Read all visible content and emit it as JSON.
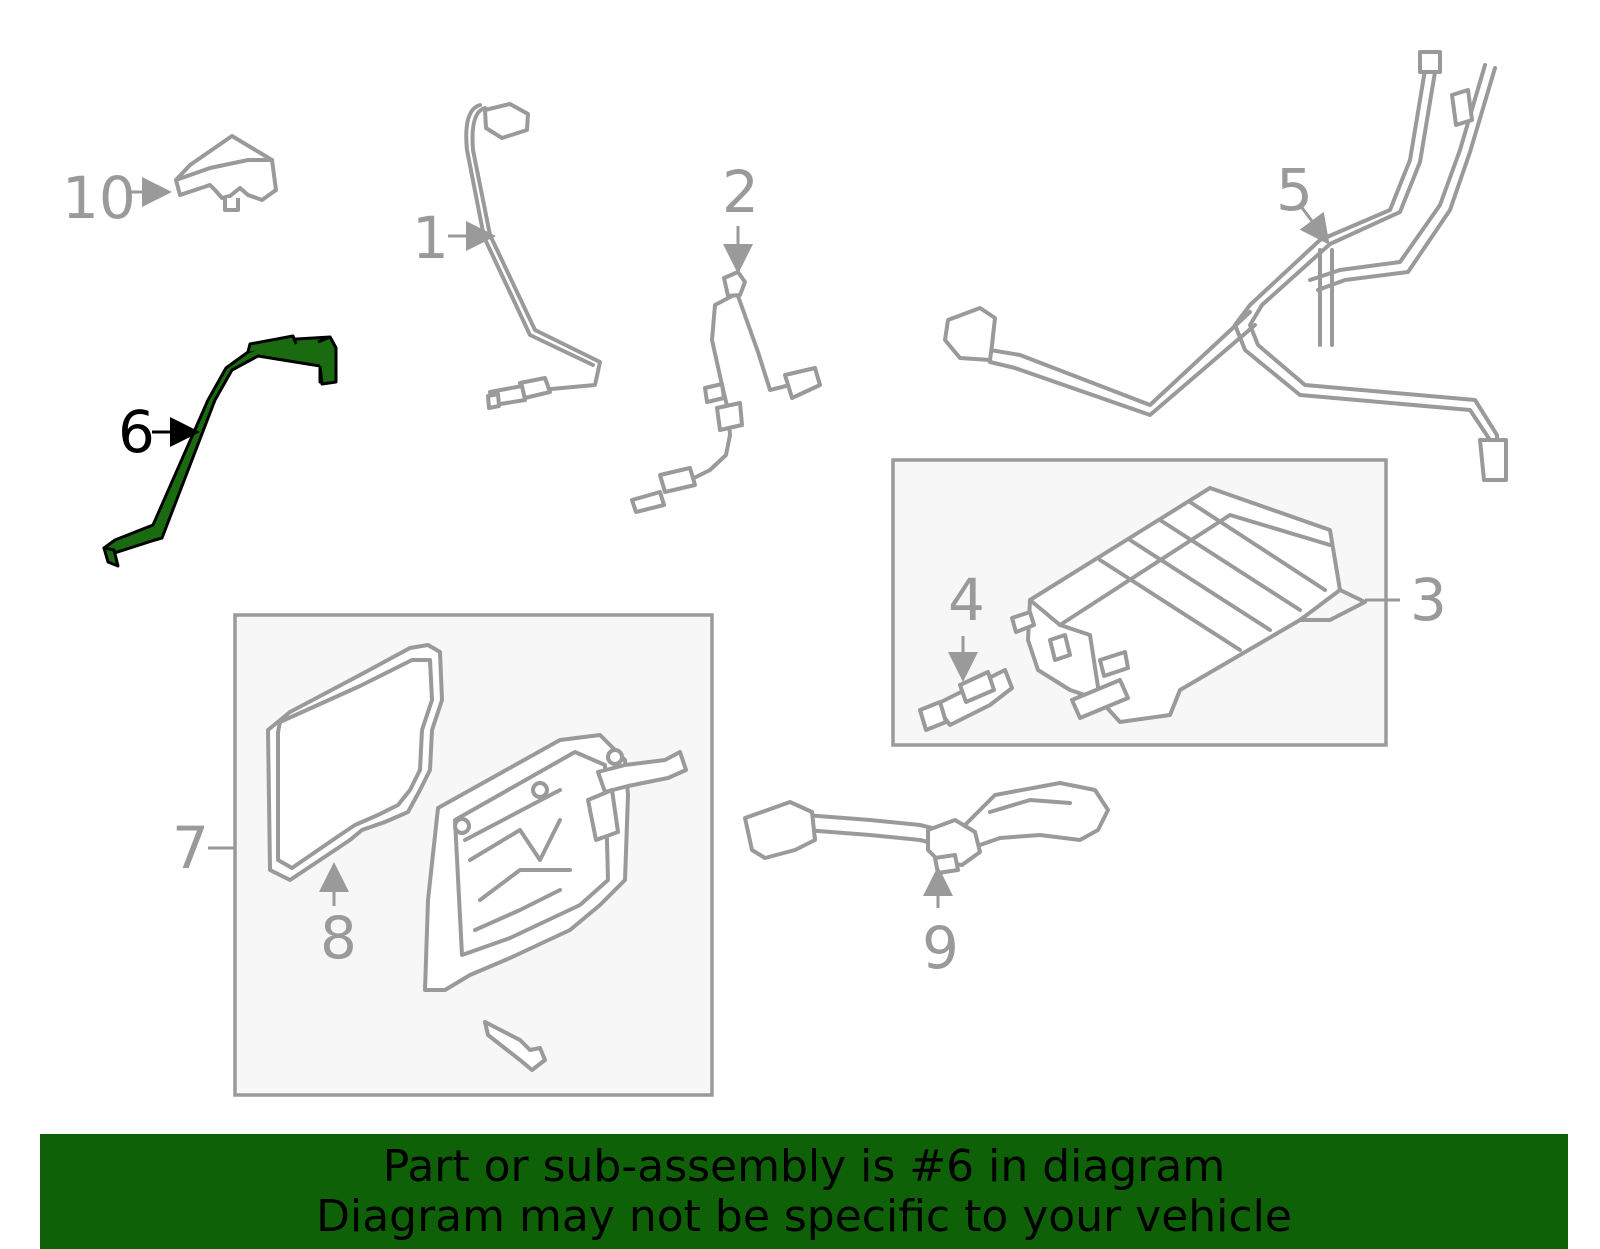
{
  "diagram": {
    "highlighted_part": "6",
    "highlight_color": "#1a6b10",
    "line_color": "#9a9a9a",
    "panel_fill": "#f7f7f7",
    "callouts": {
      "c1": "1",
      "c2": "2",
      "c3": "3",
      "c4": "4",
      "c5": "5",
      "c6": "6",
      "c7": "7",
      "c8": "8",
      "c9": "9",
      "c10": "10"
    }
  },
  "banner": {
    "line1": "Part or sub-assembly is #6 in diagram",
    "line2": "Diagram may not be specific to your vehicle",
    "background": "#0f6108"
  }
}
